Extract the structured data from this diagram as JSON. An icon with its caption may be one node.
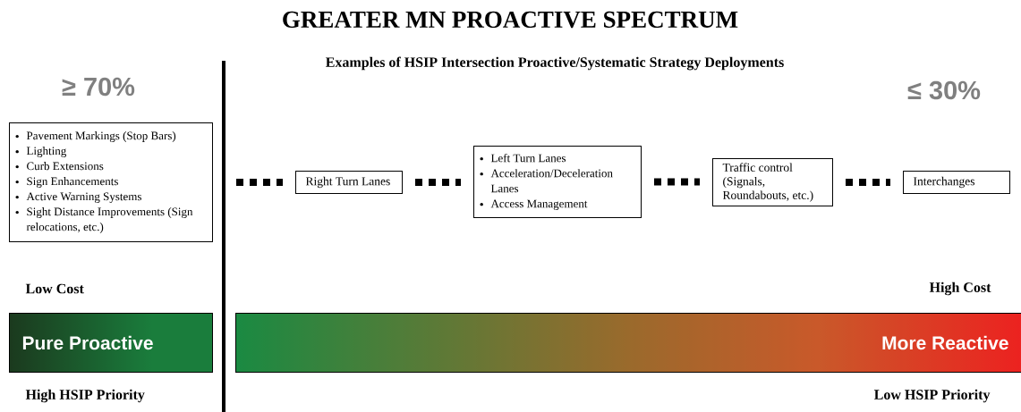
{
  "diagram": {
    "title": "GREATER MN PROACTIVE SPECTRUM",
    "nodes": [
      {
        "text": [
          "Pavement Markings (Stop Bars)",
          "Lighting",
          "Curb Extensions",
          "Sign Enhancements",
          "Active Warning Systems",
          "Sight Distance Improvements (Sign relocations, etc.)"
        ]
      },
      {
        "text": [
          "Right Turn Lanes"
        ]
      },
      {
        "text": [
          "Left Turn Lanes",
          "Acceleration/Deceleration Lanes",
          "Access Management"
        ]
      },
      {
        "text": [
          "Traffic control (Signals, Roundabouts, etc.)"
        ]
      },
      {
        "text": [
          "Interchanges"
        ]
      },
      {
        "text": [
          "Pure Proactive"
        ]
      },
      {
        "text": [
          "More Reactive"
        ]
      }
    ],
    "edges": [
      {
        "from": null,
        "to": 1,
        "arrow": "none",
        "style": "dashed"
      },
      {
        "from": 1,
        "to": 2,
        "arrow": "none",
        "style": "dashed"
      },
      {
        "from": 2,
        "to": 3,
        "arrow": "none",
        "style": "dashed"
      },
      {
        "from": 3,
        "to": 4,
        "arrow": "none",
        "style": "dashed"
      }
    ],
    "labels": [
      "Examples of HSIP Intersection Proactive/Systematic Strategy Deployments",
      "≥ 70%",
      "≤ 30%",
      "Low Cost",
      "High Cost",
      "High HSIP Priority",
      "Low HSIP Priority"
    ]
  }
}
